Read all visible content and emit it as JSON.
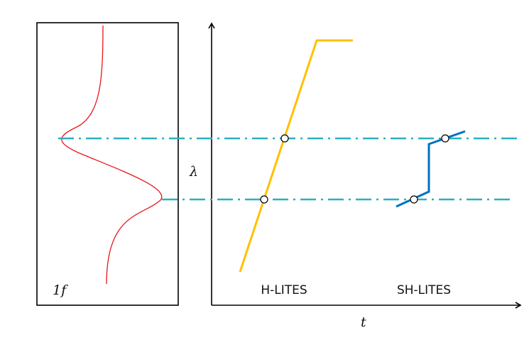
{
  "labels": {
    "panel_label": "1f",
    "y_axis": "λ",
    "x_axis": "t",
    "h_lites": "H-LITES",
    "sh_lites": "SH-LITES"
  },
  "colors": {
    "spectrum": "#e8161b",
    "h_lites": "#ffc000",
    "sh_lites": "#0070c0",
    "guide": "#2ab0c0",
    "axis": "#000000"
  }
}
